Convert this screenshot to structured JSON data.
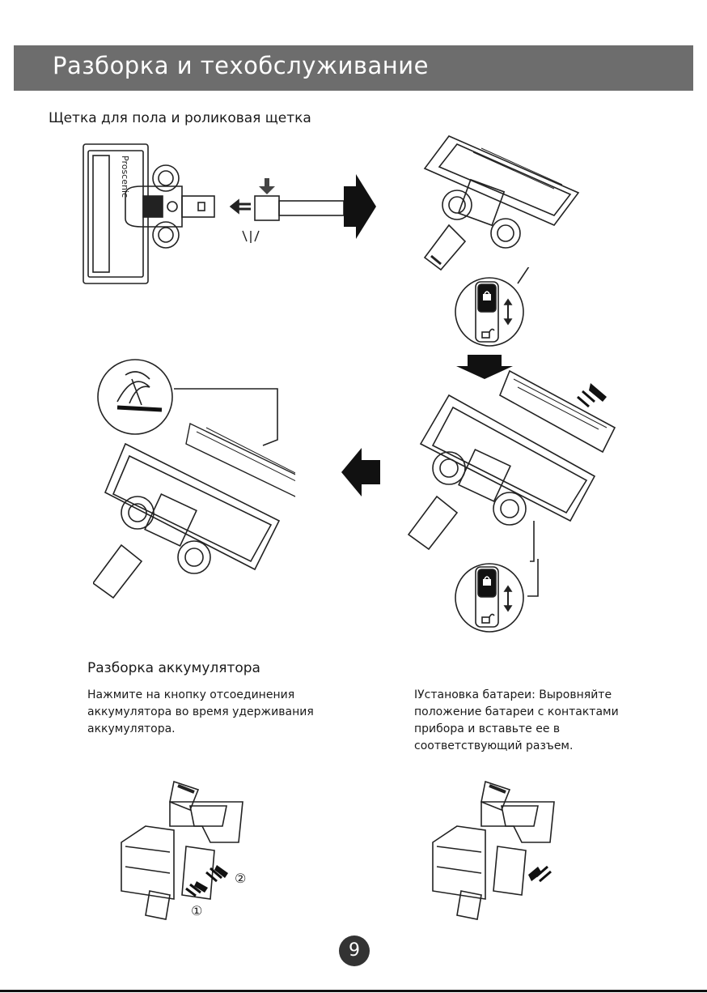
{
  "header": {
    "title": "Разборка и техобслуживание"
  },
  "section_brush": {
    "title": "Щетка для пола и роликовая щетка"
  },
  "illustrations": {
    "brand_text": "Proscenic"
  },
  "section_battery": {
    "title": "Разборка аккумулятора",
    "left_text": [
      "Нажмите на кнопку отсоединения",
      "аккумулятора во время удерживания",
      "аккумулятора."
    ],
    "right_text": [
      "IУстановка батареи: Выровняйте",
      "положение батареи с контактами",
      "прибора и вставьте ее в",
      "соответствующий разъем."
    ],
    "step1_label": "①",
    "step2_label": "②"
  },
  "footer": {
    "page_number": "9"
  }
}
